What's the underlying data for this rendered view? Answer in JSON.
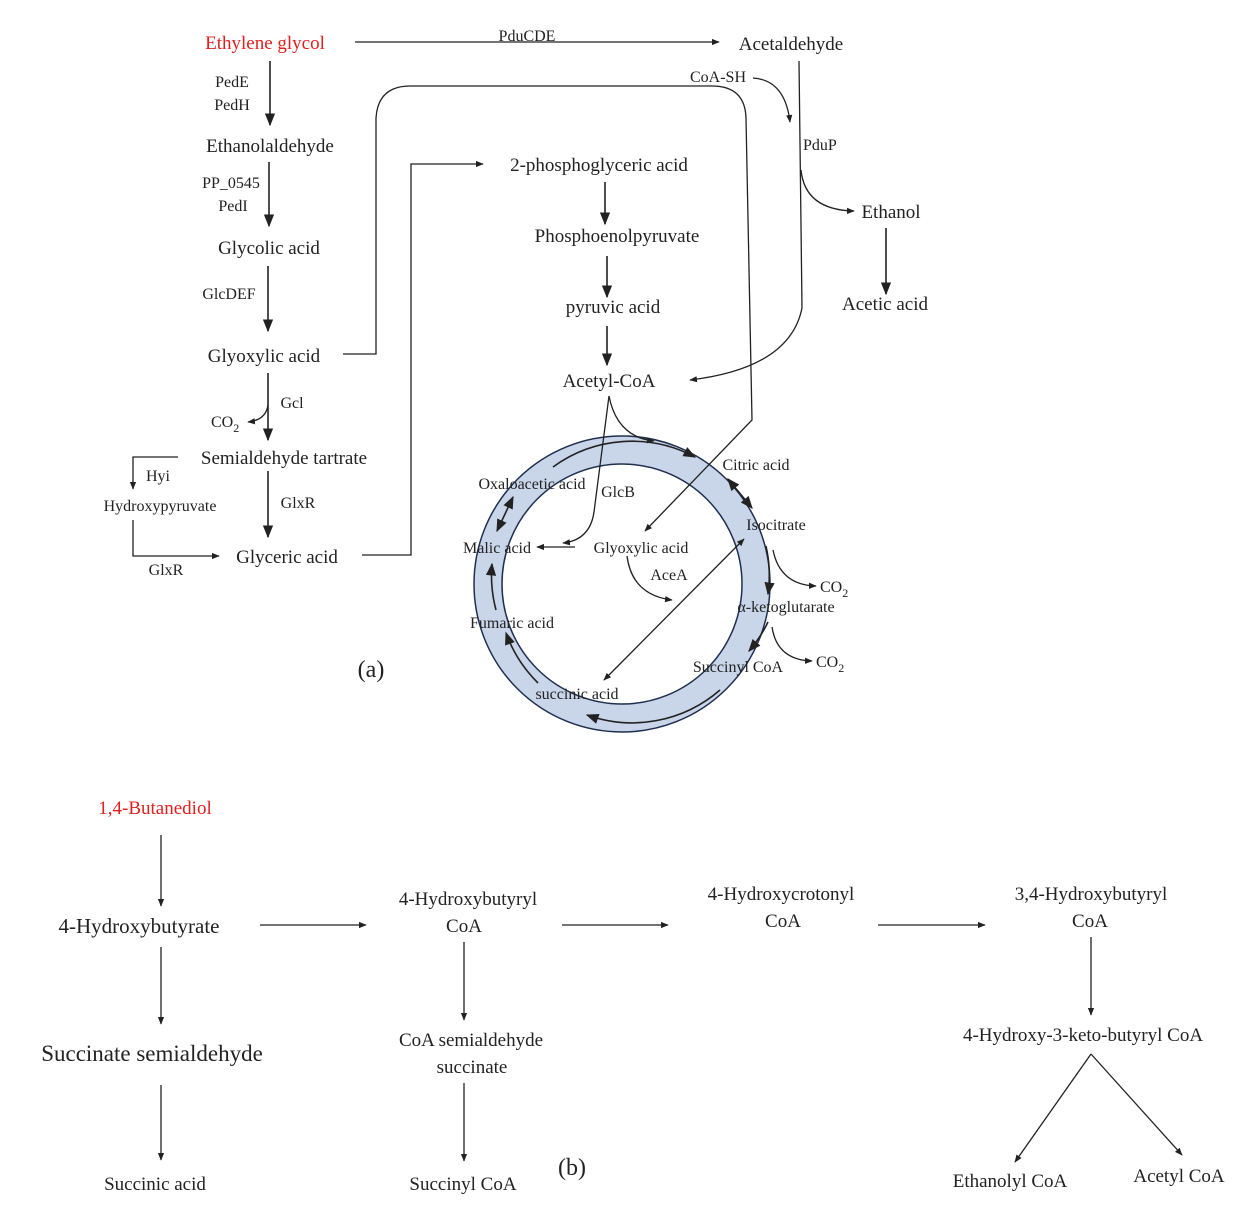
{
  "colors": {
    "substrate": "#e0201f",
    "ring_fill": "#c9d6ea",
    "ring_stroke": "#1f2f4f",
    "text": "#222222"
  },
  "panel_a": {
    "label": "(a)",
    "substrate": "Ethylene glycol",
    "nodes": {
      "ethanolaldehyde": "Ethanolaldehyde",
      "glycolic_acid": "Glycolic acid",
      "glyoxylic_acid": "Glyoxylic acid",
      "semialdehyde_tartrate": "Semialdehyde tartrate",
      "hydroxypyruvate": "Hydroxypyruvate",
      "glyceric_acid": "Glyceric acid",
      "co2_gcl": "CO",
      "co2_sub": "2",
      "acetaldehyde": "Acetaldehyde",
      "coa_sh": "CoA-SH",
      "ethanol": "Ethanol",
      "acetic_acid": "Acetic acid",
      "phosphoglyceric": "2-phosphoglyceric acid",
      "pep": "Phosphoenolpyruvate",
      "pyruvic": "pyruvic acid",
      "acetyl_coa": "Acetyl-CoA"
    },
    "enzymes": {
      "pedE": "PedE",
      "pedH": "PedH",
      "pp0545": "PP_0545",
      "pedI": "PedI",
      "glcDEF": "GlcDEF",
      "gcl": "Gcl",
      "hyi": "Hyi",
      "glxR_main": "GlxR",
      "glxR_side": "GlxR",
      "pduCDE": "PduCDE",
      "pduP": "PduP"
    },
    "tca_cycle": {
      "citric_acid": "Citric acid",
      "isocitrate": "Isocitrate",
      "co2_1": "CO",
      "co2_2": "CO",
      "co2_sub": "2",
      "akg": "α-ketoglutarate",
      "succinyl_coa": "Succinyl CoA",
      "succinic_acid": "succinic acid",
      "fumaric_acid": "Fumaric acid",
      "malic_acid": "Malic acid",
      "oxaloacetic_acid": "Oxaloacetic acid",
      "glyoxylic_acid": "Glyoxylic acid",
      "glcB": "GlcB",
      "aceA": "AceA"
    }
  },
  "panel_b": {
    "label": "(b)",
    "substrate": "1,4-Butanediol",
    "nodes": {
      "hydroxybutyrate": "4-Hydroxybutyrate",
      "succinate_semialdehyde": "Succinate semialdehyde",
      "succinic_acid": "Succinic acid",
      "hbcoa_line1": "4-Hydroxybutyryl",
      "hbcoa_line2": "CoA",
      "coa_semi_line1": "CoA semialdehyde",
      "coa_semi_line2": "succinate",
      "succinyl_coa": "Succinyl CoA",
      "hcrot_line1": "4-Hydroxycrotonyl",
      "hcrot_line2": "CoA",
      "dhb_line1": "3,4-Hydroxybutyryl",
      "dhb_line2": "CoA",
      "hkb": "4-Hydroxy-3-keto-butyryl CoA",
      "ethanolyl_coa": "Ethanolyl CoA",
      "acetyl_coa": "Acetyl CoA"
    }
  }
}
